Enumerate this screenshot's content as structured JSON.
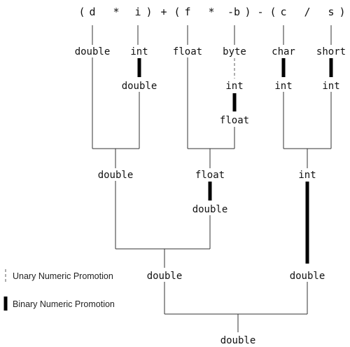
{
  "expression": {
    "open1": "(",
    "d": "d",
    "times1": "*",
    "i": "i",
    "close1": ")",
    "plus": "+",
    "open2": "(",
    "f": "f",
    "times2": "*",
    "negb": "-b",
    "close2": ")",
    "minus": "-",
    "open3": "(",
    "c": "c",
    "div": "/",
    "s": "s",
    "close3": ")"
  },
  "types": {
    "d": "double",
    "i": "int",
    "i_promoted": "double",
    "f": "float",
    "b": "byte",
    "b_unary": "int",
    "b_binary": "float",
    "c": "char",
    "c_promoted": "int",
    "s": "short",
    "s_promoted": "int",
    "group1_result": "double",
    "group2_result": "float",
    "group2_promoted": "double",
    "group3_result": "int",
    "sum_result": "double",
    "group3_promoted": "double",
    "final_result": "double"
  },
  "legend": {
    "unary": "Unary Numeric Promotion",
    "binary": "Binary Numeric Promotion"
  }
}
